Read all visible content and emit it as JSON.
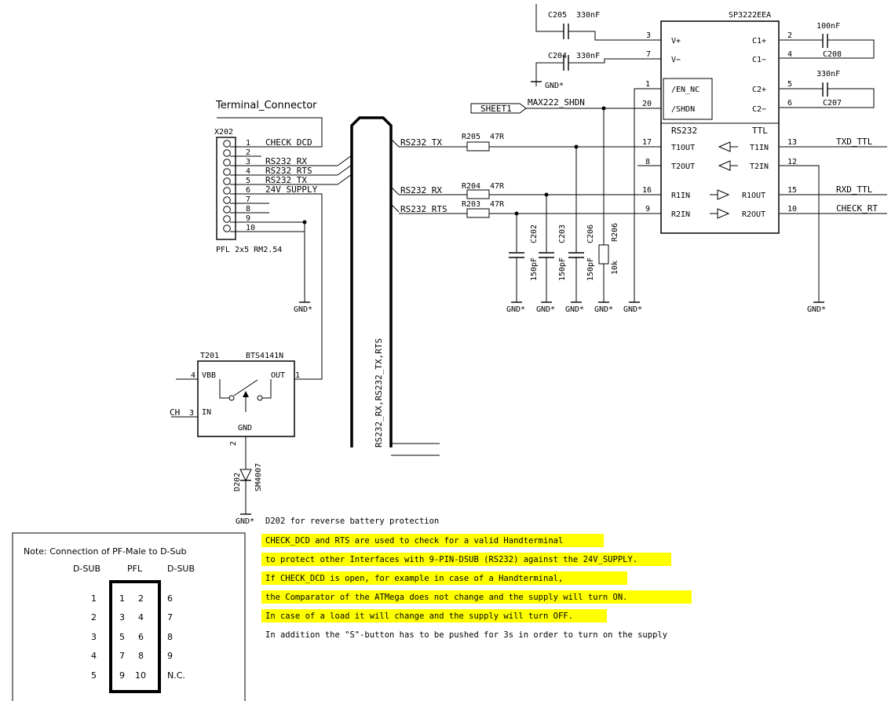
{
  "terminal": {
    "title": "Terminal_Connector",
    "ref": "X202",
    "pins": [
      "1",
      "2",
      "3",
      "4",
      "5",
      "6",
      "7",
      "8",
      "9",
      "10"
    ],
    "nets": [
      "CHECK_DCD",
      "",
      "RS232_RX",
      "RS232_RTS",
      "RS232_TX",
      "24V_SUPPLY",
      "",
      "",
      "",
      ""
    ],
    "footprint": "PFL 2x5 RM2.54"
  },
  "gnd": "GND*",
  "ic": {
    "ref": "SP3222EEA",
    "part_hint": "—",
    "section_left": "RS232",
    "section_right": "TTL",
    "left_pins": [
      {
        "num": "3",
        "name": "V+"
      },
      {
        "num": "7",
        "name": "V−"
      },
      {
        "num": "1",
        "name": "/EN_NC"
      },
      {
        "num": "20",
        "name": "/SHDN"
      },
      {
        "num": "17",
        "name": "T1OUT"
      },
      {
        "num": "8",
        "name": "T2OUT"
      },
      {
        "num": "16",
        "name": "R1IN"
      },
      {
        "num": "9",
        "name": "R2IN"
      }
    ],
    "right_pins": [
      {
        "num": "2",
        "name": "C1+"
      },
      {
        "num": "4",
        "name": "C1−"
      },
      {
        "num": "5",
        "name": "C2+"
      },
      {
        "num": "6",
        "name": "C2−"
      },
      {
        "num": "13",
        "name": "T1IN"
      },
      {
        "num": "12",
        "name": "T2IN"
      },
      {
        "num": "15",
        "name": "R1OUT"
      },
      {
        "num": "10",
        "name": "R2OUT"
      }
    ]
  },
  "caps": {
    "c205": {
      "ref": "C205",
      "value": "330nF"
    },
    "c204": {
      "ref": "C204",
      "value": "330nF"
    },
    "c208": {
      "ref": "C208",
      "value": "100nF"
    },
    "c207": {
      "ref": "C207",
      "value": "330nF"
    },
    "c202": {
      "ref": "C202",
      "value": "150pF"
    },
    "c203": {
      "ref": "C203",
      "value": "150pF"
    },
    "c206": {
      "ref": "C206",
      "value": "150pF"
    }
  },
  "resistors": {
    "r205": {
      "ref": "R205",
      "value": "47R"
    },
    "r204": {
      "ref": "R204",
      "value": "47R"
    },
    "r203": {
      "ref": "R203",
      "value": "47R"
    },
    "r206": {
      "ref": "R206",
      "value": "10k"
    }
  },
  "nets": {
    "sheet1": "SHEET1",
    "shdn": "MAX222_SHDN",
    "rs232_tx": "RS232_TX",
    "rs232_rx": "RS232_RX",
    "rs232_rts": "RS232_RTS",
    "txd_ttl": "TXD_TTL",
    "rxd_ttl": "RXD_TTL",
    "check_rt": "CHECK_RT",
    "bus": "RS232_RX,RS232_TX,RTS",
    "ch": "CH"
  },
  "switch": {
    "ref": "T201",
    "part": "BTS4141N",
    "pin_vbb": "VBB",
    "pin_out": "OUT",
    "pin_in": "IN",
    "pin_gnd": "GND",
    "num_vbb": "4",
    "num_out": "1",
    "num_in": "3",
    "num_gnd": "2"
  },
  "diode": {
    "ref": "D202",
    "part": "SM4007",
    "note": "D202 for reverse battery protection"
  },
  "table": {
    "title": "Note: Connection of PF-Male to D-Sub",
    "headers": [
      "D-SUB",
      "PFL",
      "D-SUB"
    ],
    "rows": [
      {
        "dsub_l": "1",
        "pfl_a": "1",
        "pfl_b": "2",
        "dsub_r": "6"
      },
      {
        "dsub_l": "2",
        "pfl_a": "3",
        "pfl_b": "4",
        "dsub_r": "7"
      },
      {
        "dsub_l": "3",
        "pfl_a": "5",
        "pfl_b": "6",
        "dsub_r": "8"
      },
      {
        "dsub_l": "4",
        "pfl_a": "7",
        "pfl_b": "8",
        "dsub_r": "9"
      },
      {
        "dsub_l": "5",
        "pfl_a": "9",
        "pfl_b": "10",
        "dsub_r": "N.C."
      }
    ]
  },
  "notes": [
    "CHECK_DCD and RTS are used to check for a valid Handterminal",
    "to protect other Interfaces with 9-PIN-DSUB (RS232) against the 24V_SUPPLY.",
    "If CHECK_DCD is open, for example in case of a Handterminal,",
    "the Comparator of the ATMega does not change and the supply will turn ON.",
    "In case of a load it will change and the supply will turn OFF.",
    "In addition the \"S\"-button has to be pushed for 3s in order to turn on the supply"
  ],
  "colors": {
    "highlight": "#ffff00",
    "ink": "#000000"
  }
}
